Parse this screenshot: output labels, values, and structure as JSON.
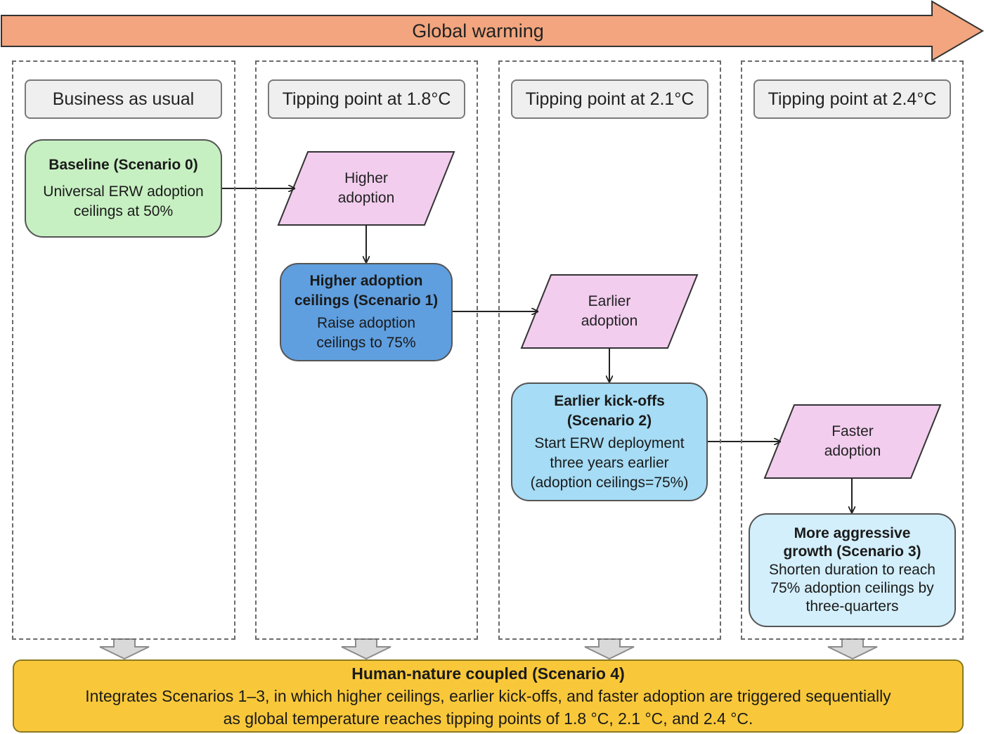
{
  "banner": {
    "label": "Global warming",
    "color": "#f2a57e"
  },
  "columns": [
    {
      "header": "Business as usual"
    },
    {
      "header": "Tipping point at 1.8°C"
    },
    {
      "header": "Tipping point at 2.1°C"
    },
    {
      "header": "Tipping point at 2.4°C"
    }
  ],
  "baseline": {
    "title": "Baseline (Scenario 0)",
    "body": [
      "Universal ERW adoption",
      "ceilings at 50%"
    ],
    "color": "#c7f0c2"
  },
  "parallelograms": [
    {
      "lines": [
        "Higher",
        "adoption"
      ]
    },
    {
      "lines": [
        "Earlier",
        "adoption"
      ]
    },
    {
      "lines": [
        "Faster",
        "adoption"
      ]
    }
  ],
  "scenario1": {
    "title": [
      "Higher adoption",
      "ceilings (Scenario 1)"
    ],
    "body": [
      "Raise adoption",
      "ceilings to 75%"
    ],
    "color": "#5f9fe0"
  },
  "scenario2": {
    "title": [
      "Earlier kick-offs",
      "(Scenario 2)"
    ],
    "body": [
      "Start ERW deployment",
      "three years earlier",
      "(adoption ceilings=75%)"
    ],
    "color": "#a6dcf5"
  },
  "scenario3": {
    "title": [
      "More aggressive",
      "growth (Scenario 3)"
    ],
    "body": [
      "Shorten duration to reach",
      "75% adoption ceilings by",
      "three-quarters"
    ],
    "color": "#d3effb"
  },
  "scenario4": {
    "title": "Human-nature coupled (Scenario 4)",
    "body": [
      "Integrates Scenarios 1–3, in which higher ceilings, earlier kick-offs, and faster adoption are triggered sequentially",
      "as global temperature reaches tipping points of 1.8 °C, 2.1 °C, and 2.4 °C."
    ],
    "color": "#f9c83a"
  },
  "colors": {
    "parallelogram": "#f2cdee",
    "connector": "#222222",
    "down_arrow": "#d9d9d9"
  }
}
